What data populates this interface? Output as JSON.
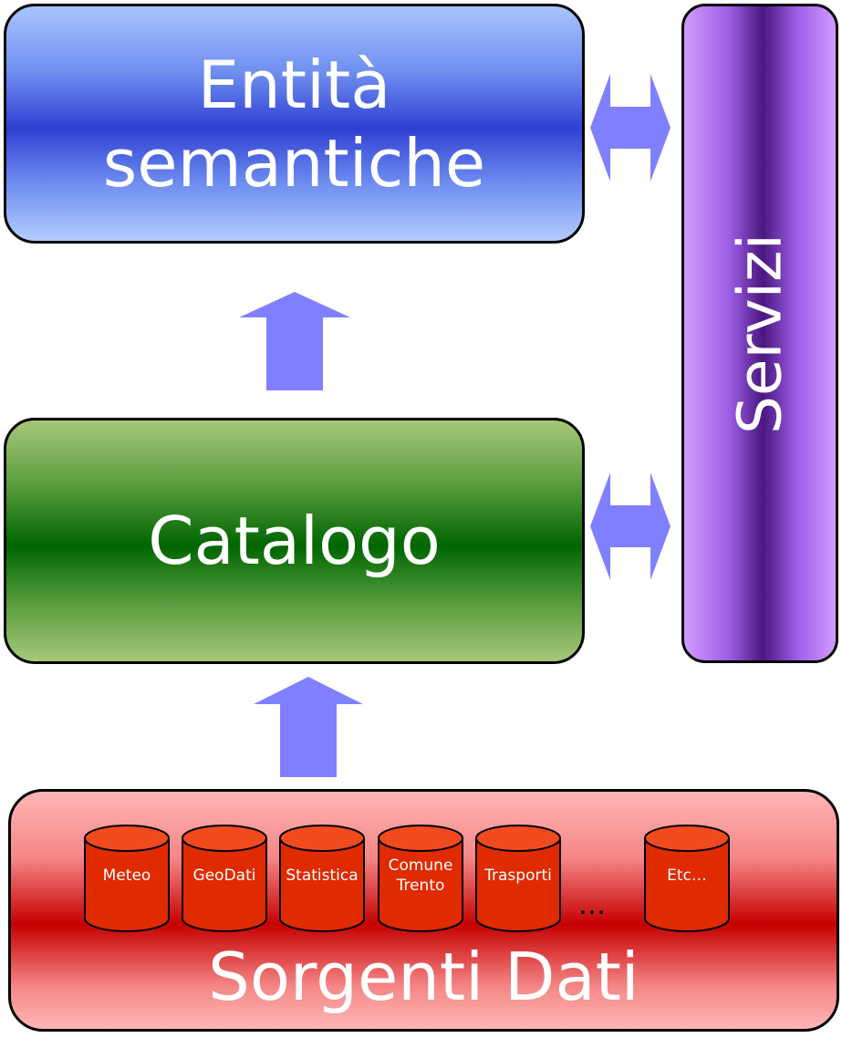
{
  "layers": {
    "top": {
      "line1": "Entità",
      "line2": "semantiche"
    },
    "middle": {
      "label": "Catalogo"
    },
    "side": {
      "label": "Servizi"
    },
    "bottom": {
      "label": "Sorgenti Dati"
    }
  },
  "sources": {
    "items": [
      {
        "label": "Meteo"
      },
      {
        "label": "GeoDati"
      },
      {
        "label": "Statistica"
      },
      {
        "line1": "Comune",
        "line2": "Trento"
      },
      {
        "label": "Trasporti"
      },
      {
        "label": "Etc…"
      }
    ],
    "ellipsis": "…"
  },
  "colors": {
    "arrow": "#8080ff",
    "top_box": "#2f3fd3",
    "middle_box": "#006600",
    "side_box": "#9d5ce6",
    "bottom_box": "#c60000",
    "cylinder": "#e02a00"
  }
}
